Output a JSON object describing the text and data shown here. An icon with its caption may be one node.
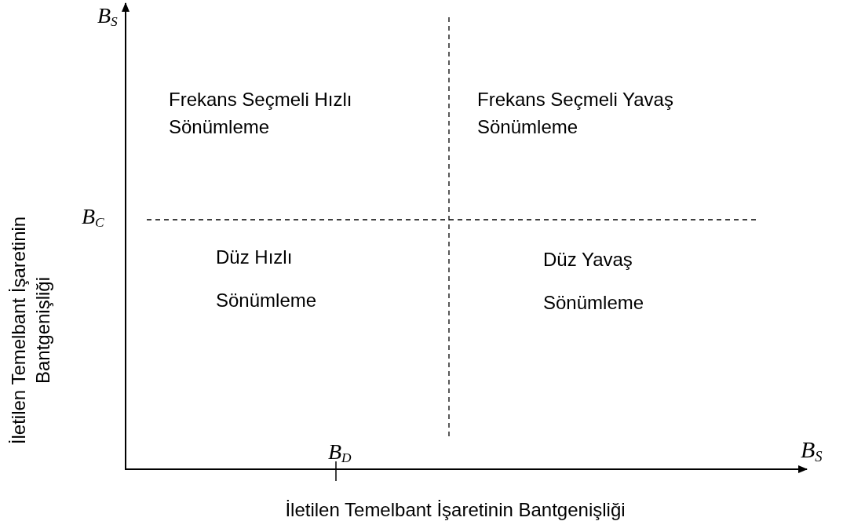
{
  "diagram": {
    "labels": [
      "B$_{S}$",
      "Frekans Seçmeli Hızlı Sönümleme",
      "Frekans Seçmeli Yavaş Sönümleme",
      "B$_{C}$",
      "Düz Hızlı Sönümleme",
      "Düz Yavaş Sönümleme",
      "B$_{D}$",
      "B$_{S}$",
      "İletilen Temelbant İşaretinin Bantgenişliği",
      "İletilen Temelbant İşaretinin Bantgenişliği"
    ]
  }
}
